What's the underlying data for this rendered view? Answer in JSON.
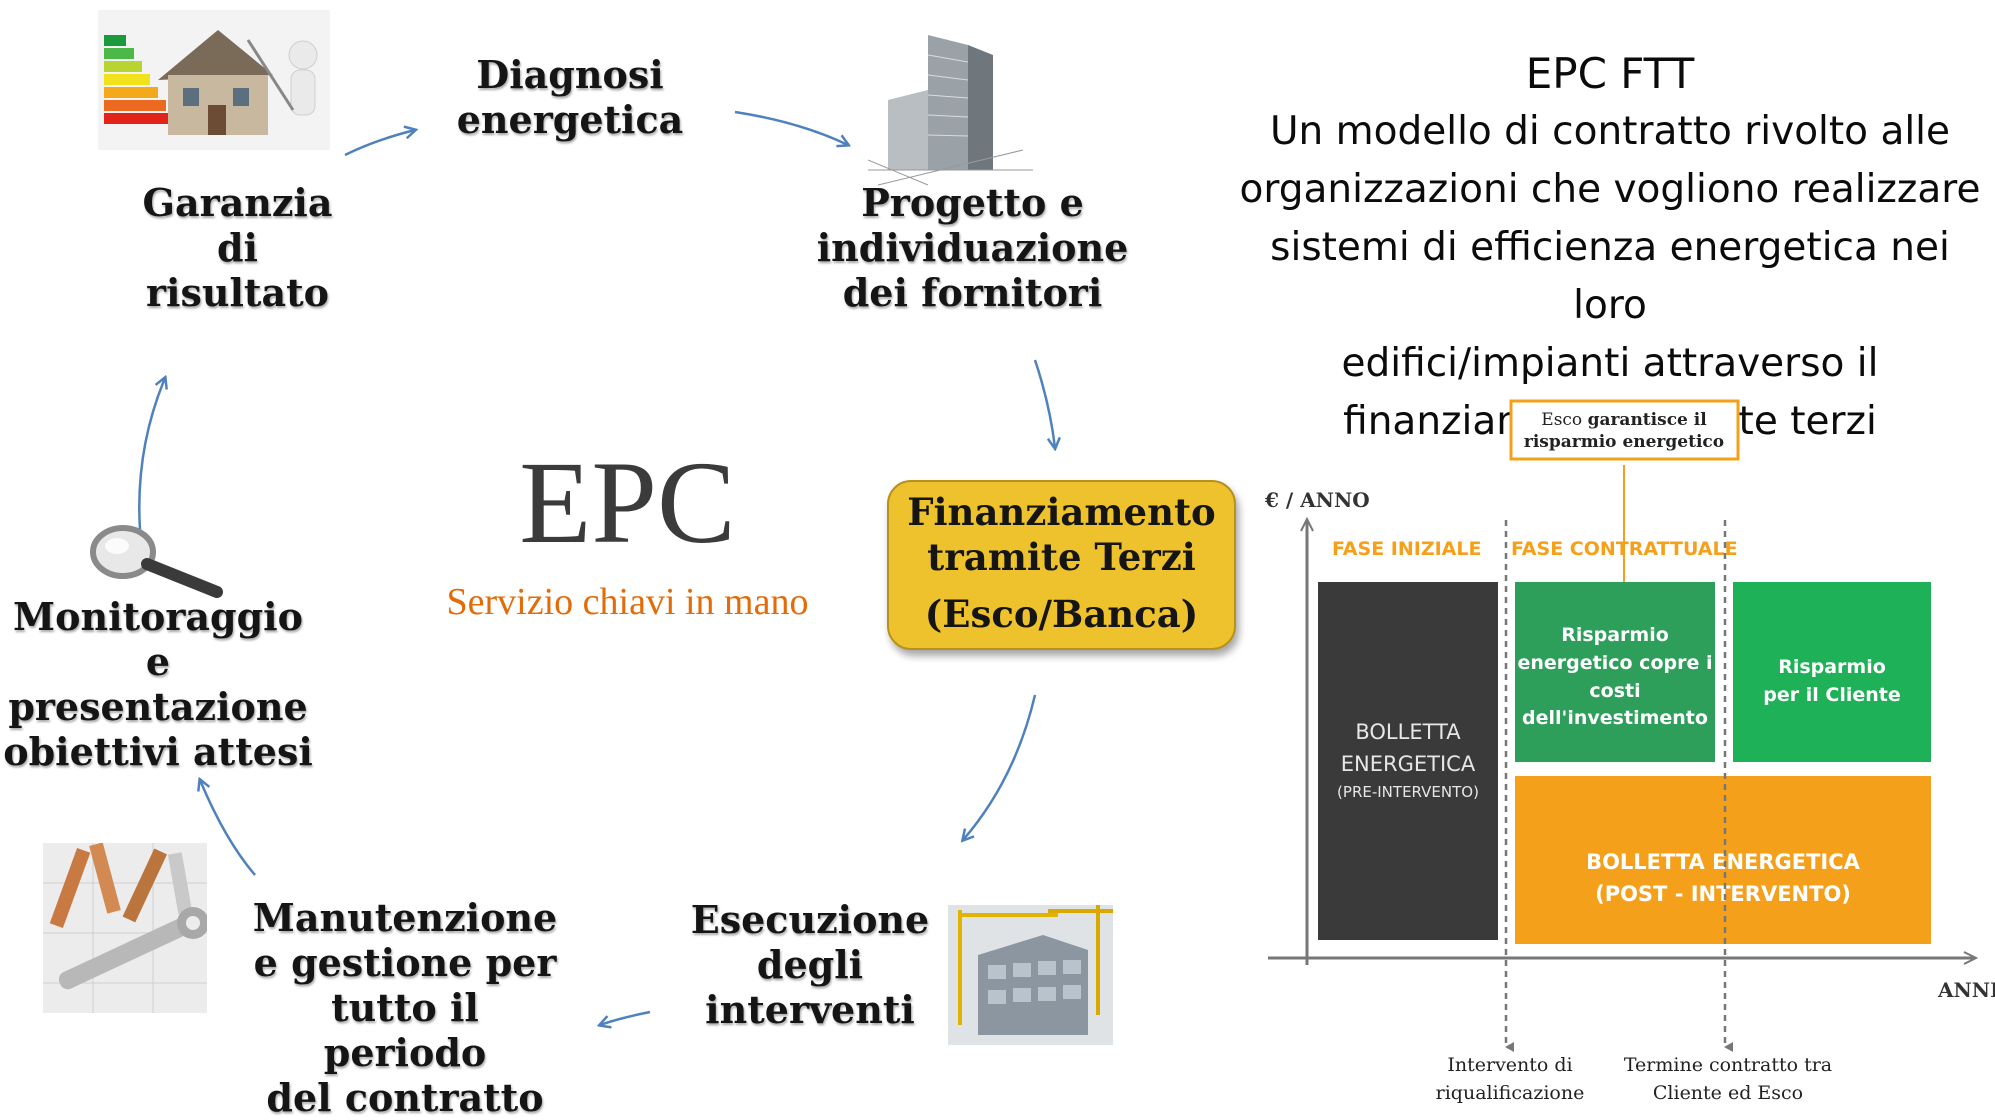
{
  "cycle": {
    "diagnosi": [
      "Diagnosi",
      "energetica"
    ],
    "progetto": [
      "Progetto e",
      "individuazione",
      "dei fornitori"
    ],
    "garanzia": [
      "Garanzia",
      "di",
      "risultato"
    ],
    "monitoraggio": [
      "Monitoraggio e",
      "presentazione",
      "obiettivi attesi"
    ],
    "manutenzione": [
      "Manutenzione",
      "e gestione per",
      "tutto il periodo",
      "del contratto"
    ],
    "esecuzione": [
      "Esecuzione",
      "degli",
      "interventi"
    ]
  },
  "center": {
    "title": "EPC",
    "subtitle": "Servizio chiavi in mano"
  },
  "financing_box": {
    "line1": "Finanziamento",
    "line2": "tramite Terzi",
    "line3": "(Esco/Banca)"
  },
  "right_header": {
    "title": "EPC FTT",
    "lines": [
      "Un modello di contratto rivolto alle",
      "organizzazioni che vogliono realizzare",
      "sistemi di efficienza energetica nei loro",
      "edifici/impianti attraverso il",
      "finanziamento tramite terzi"
    ]
  },
  "chart": {
    "y_axis_label": "€ / ANNO",
    "x_axis_label": "ANNI",
    "phase_initial": "FASE INIZIALE",
    "phase_contract": "FASE CONTRATTUALE",
    "callout_line1_pre": "Esco ",
    "callout_line1_bold": "garantisce il",
    "callout_line2": "risparmio energetico",
    "block_pre": [
      "BOLLETTA",
      "ENERGETICA",
      "(PRE-INTERVENTO)"
    ],
    "block_saving_investment": [
      "Risparmio",
      "energetico copre i",
      "costi",
      "dell'investimento"
    ],
    "block_saving_client": [
      "Risparmio",
      "per il Cliente"
    ],
    "block_post": [
      "BOLLETTA ENERGETICA",
      "(POST - INTERVENTO)"
    ],
    "marker_left": [
      "Intervento di",
      "riqualificazione"
    ],
    "marker_right": [
      "Termine contratto tra",
      "Cliente ed Esco"
    ],
    "colors": {
      "pre": "#3a3a3a",
      "saving_investment": "#2e9e5b",
      "saving_client": "#1fb157",
      "post": "#f5a01a",
      "phase_label": "#f5a01a"
    }
  },
  "colors": {
    "arrow": "#4f81bd",
    "subtitle": "#e36c0a",
    "box": "#eec22d"
  }
}
